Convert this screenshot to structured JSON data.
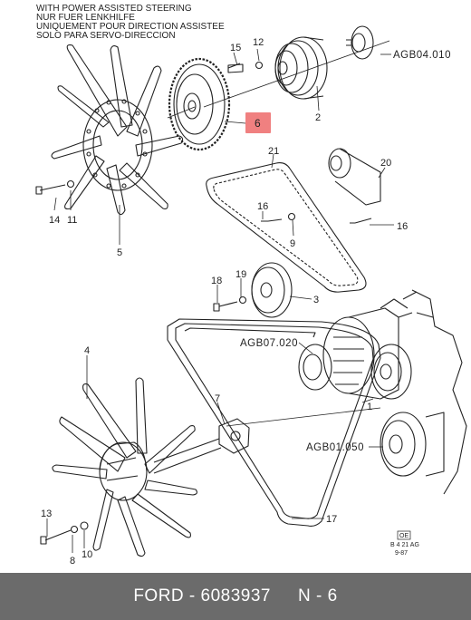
{
  "notes": [
    "WITH POWER ASSISTED STEERING",
    "NUR FUER LENKHILFE",
    "UNIQUEMENT POUR DIRECTION ASSISTEE",
    "SOLO PARA SERVO-DIRECCION"
  ],
  "callouts": [
    "15",
    "12",
    "2",
    "6",
    "21",
    "20",
    "14",
    "11",
    "5",
    "16",
    "9",
    "16",
    "18",
    "19",
    "3",
    "4",
    "7",
    "1",
    "13",
    "8",
    "10",
    "17"
  ],
  "refs": [
    "AGB04.010",
    "AGB07.020",
    "AGB01.050"
  ],
  "stamp": {
    "box": "OE",
    "code": "B 4 21 AG",
    "date": "9-87"
  },
  "highlight_color": "#f08080",
  "footer": {
    "brand": "FORD",
    "sep": " - ",
    "part_number": "6083937",
    "label": "N - 6"
  }
}
